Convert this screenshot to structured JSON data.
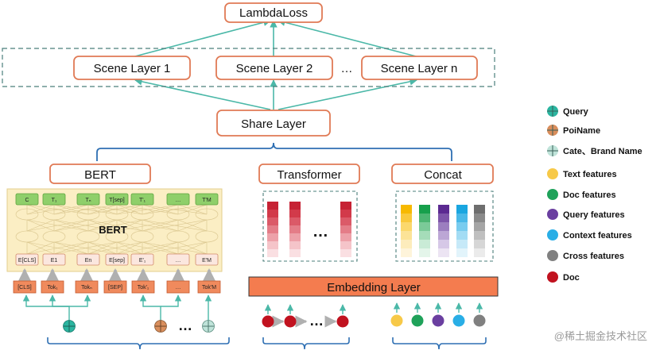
{
  "top": {
    "loss_label": "LambdaLoss"
  },
  "scene_layers": {
    "items": [
      "Scene Layer 1",
      "Scene Layer 2",
      "Scene Layer n"
    ],
    "ellipsis": "…"
  },
  "share_layer": {
    "label": "Share Layer"
  },
  "modules": {
    "bert": "BERT",
    "transformer": "Transformer",
    "concat": "Concat"
  },
  "bert_block": {
    "title": "BERT",
    "outputs": [
      "C",
      "T₁",
      "Tₙ",
      "T[sep]",
      "T'₁",
      "…",
      "T'M",
      ""
    ],
    "embeddings": [
      "E[CLS]",
      "E1",
      "En",
      "E[sep]",
      "E'₁",
      "…",
      "E'M",
      "…"
    ],
    "tokens": [
      "[CLS]",
      "Tok₁",
      "Tokₙ",
      "[SEP]",
      "Tok'₁",
      "…",
      "Tok'M",
      ""
    ]
  },
  "transformer_block": {
    "ellipsis": "…"
  },
  "embedding_layer": {
    "label": "Embedding Layer"
  },
  "inputs": {
    "seq_ellipsis": "…",
    "query_ellipsis": "…"
  },
  "legend": {
    "items": [
      {
        "label": "Query",
        "color": "#2bb5a0",
        "kind": "cross"
      },
      {
        "label": "PoiName",
        "color": "#d98e5c",
        "kind": "cross"
      },
      {
        "label": "Cate、Brand Name",
        "color": "#bfe3d9",
        "kind": "cross"
      },
      {
        "label": "Text features",
        "color": "#f7c948",
        "kind": "dot"
      },
      {
        "label": "Doc features",
        "color": "#1fa25a",
        "kind": "dot"
      },
      {
        "label": "Query features",
        "color": "#6a3fa0",
        "kind": "dot"
      },
      {
        "label": "Context features",
        "color": "#29aee6",
        "kind": "dot"
      },
      {
        "label": "Cross features",
        "color": "#808080",
        "kind": "dot"
      },
      {
        "label": "Doc",
        "color": "#c1121f",
        "kind": "dot"
      }
    ]
  },
  "colors": {
    "box_border": "#e07a55",
    "arrow": "#4bb8a8",
    "brace": "#2e6fb3",
    "embedding_fill": "#f47c4f",
    "bert_bg": "#fbeec4",
    "bert_cell": "#8fcf6a",
    "token_fill": "#f08a5d",
    "transformer_dark": "#c62234",
    "dashed": "#4b7f7b"
  },
  "watermark": "@稀土掘金技术社区"
}
